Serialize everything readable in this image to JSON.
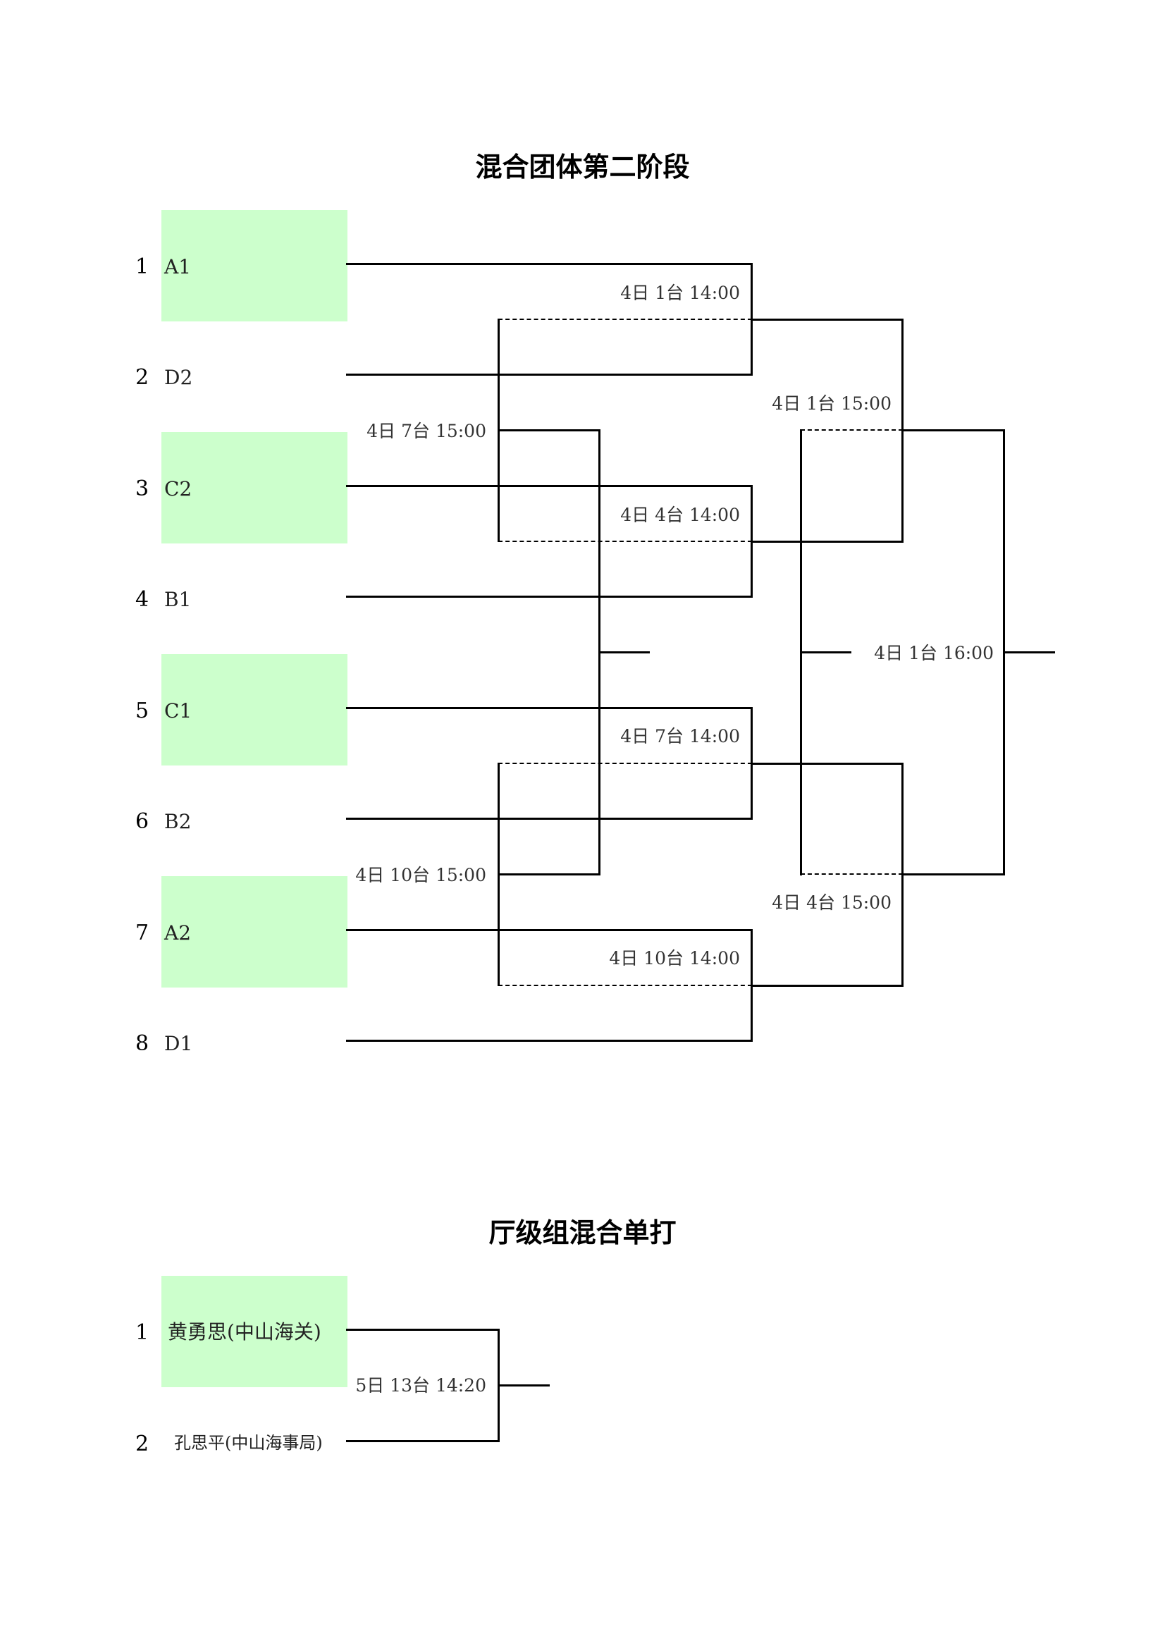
{
  "team_bracket": {
    "title": "混合团体第二阶段",
    "entries": [
      {
        "seed": "1",
        "name": "A1"
      },
      {
        "seed": "2",
        "name": "D2"
      },
      {
        "seed": "3",
        "name": "C2"
      },
      {
        "seed": "4",
        "name": "B1"
      },
      {
        "seed": "5",
        "name": "C1"
      },
      {
        "seed": "6",
        "name": "B2"
      },
      {
        "seed": "7",
        "name": "A2"
      },
      {
        "seed": "8",
        "name": "D1"
      }
    ],
    "matches": [
      "4日 1台 14:00",
      "4日 4台 14:00",
      "4日 7台 14:00",
      "4日 10台 14:00",
      "4日 7台 15:00",
      "4日 10台 15:00",
      "4日 1台 15:00",
      "4日 4台 15:00",
      "4日 1台 16:00"
    ]
  },
  "singles_bracket": {
    "title": "厅级组混合单打",
    "entries": [
      {
        "seed": "1",
        "name": "黄勇思(中山海关)"
      },
      {
        "seed": "2",
        "name": "孔思平(中山海事局)"
      }
    ],
    "matches": [
      "5日 13台 14:20"
    ]
  },
  "colors": {
    "highlight": "#ccffcc",
    "line": "#000000"
  }
}
